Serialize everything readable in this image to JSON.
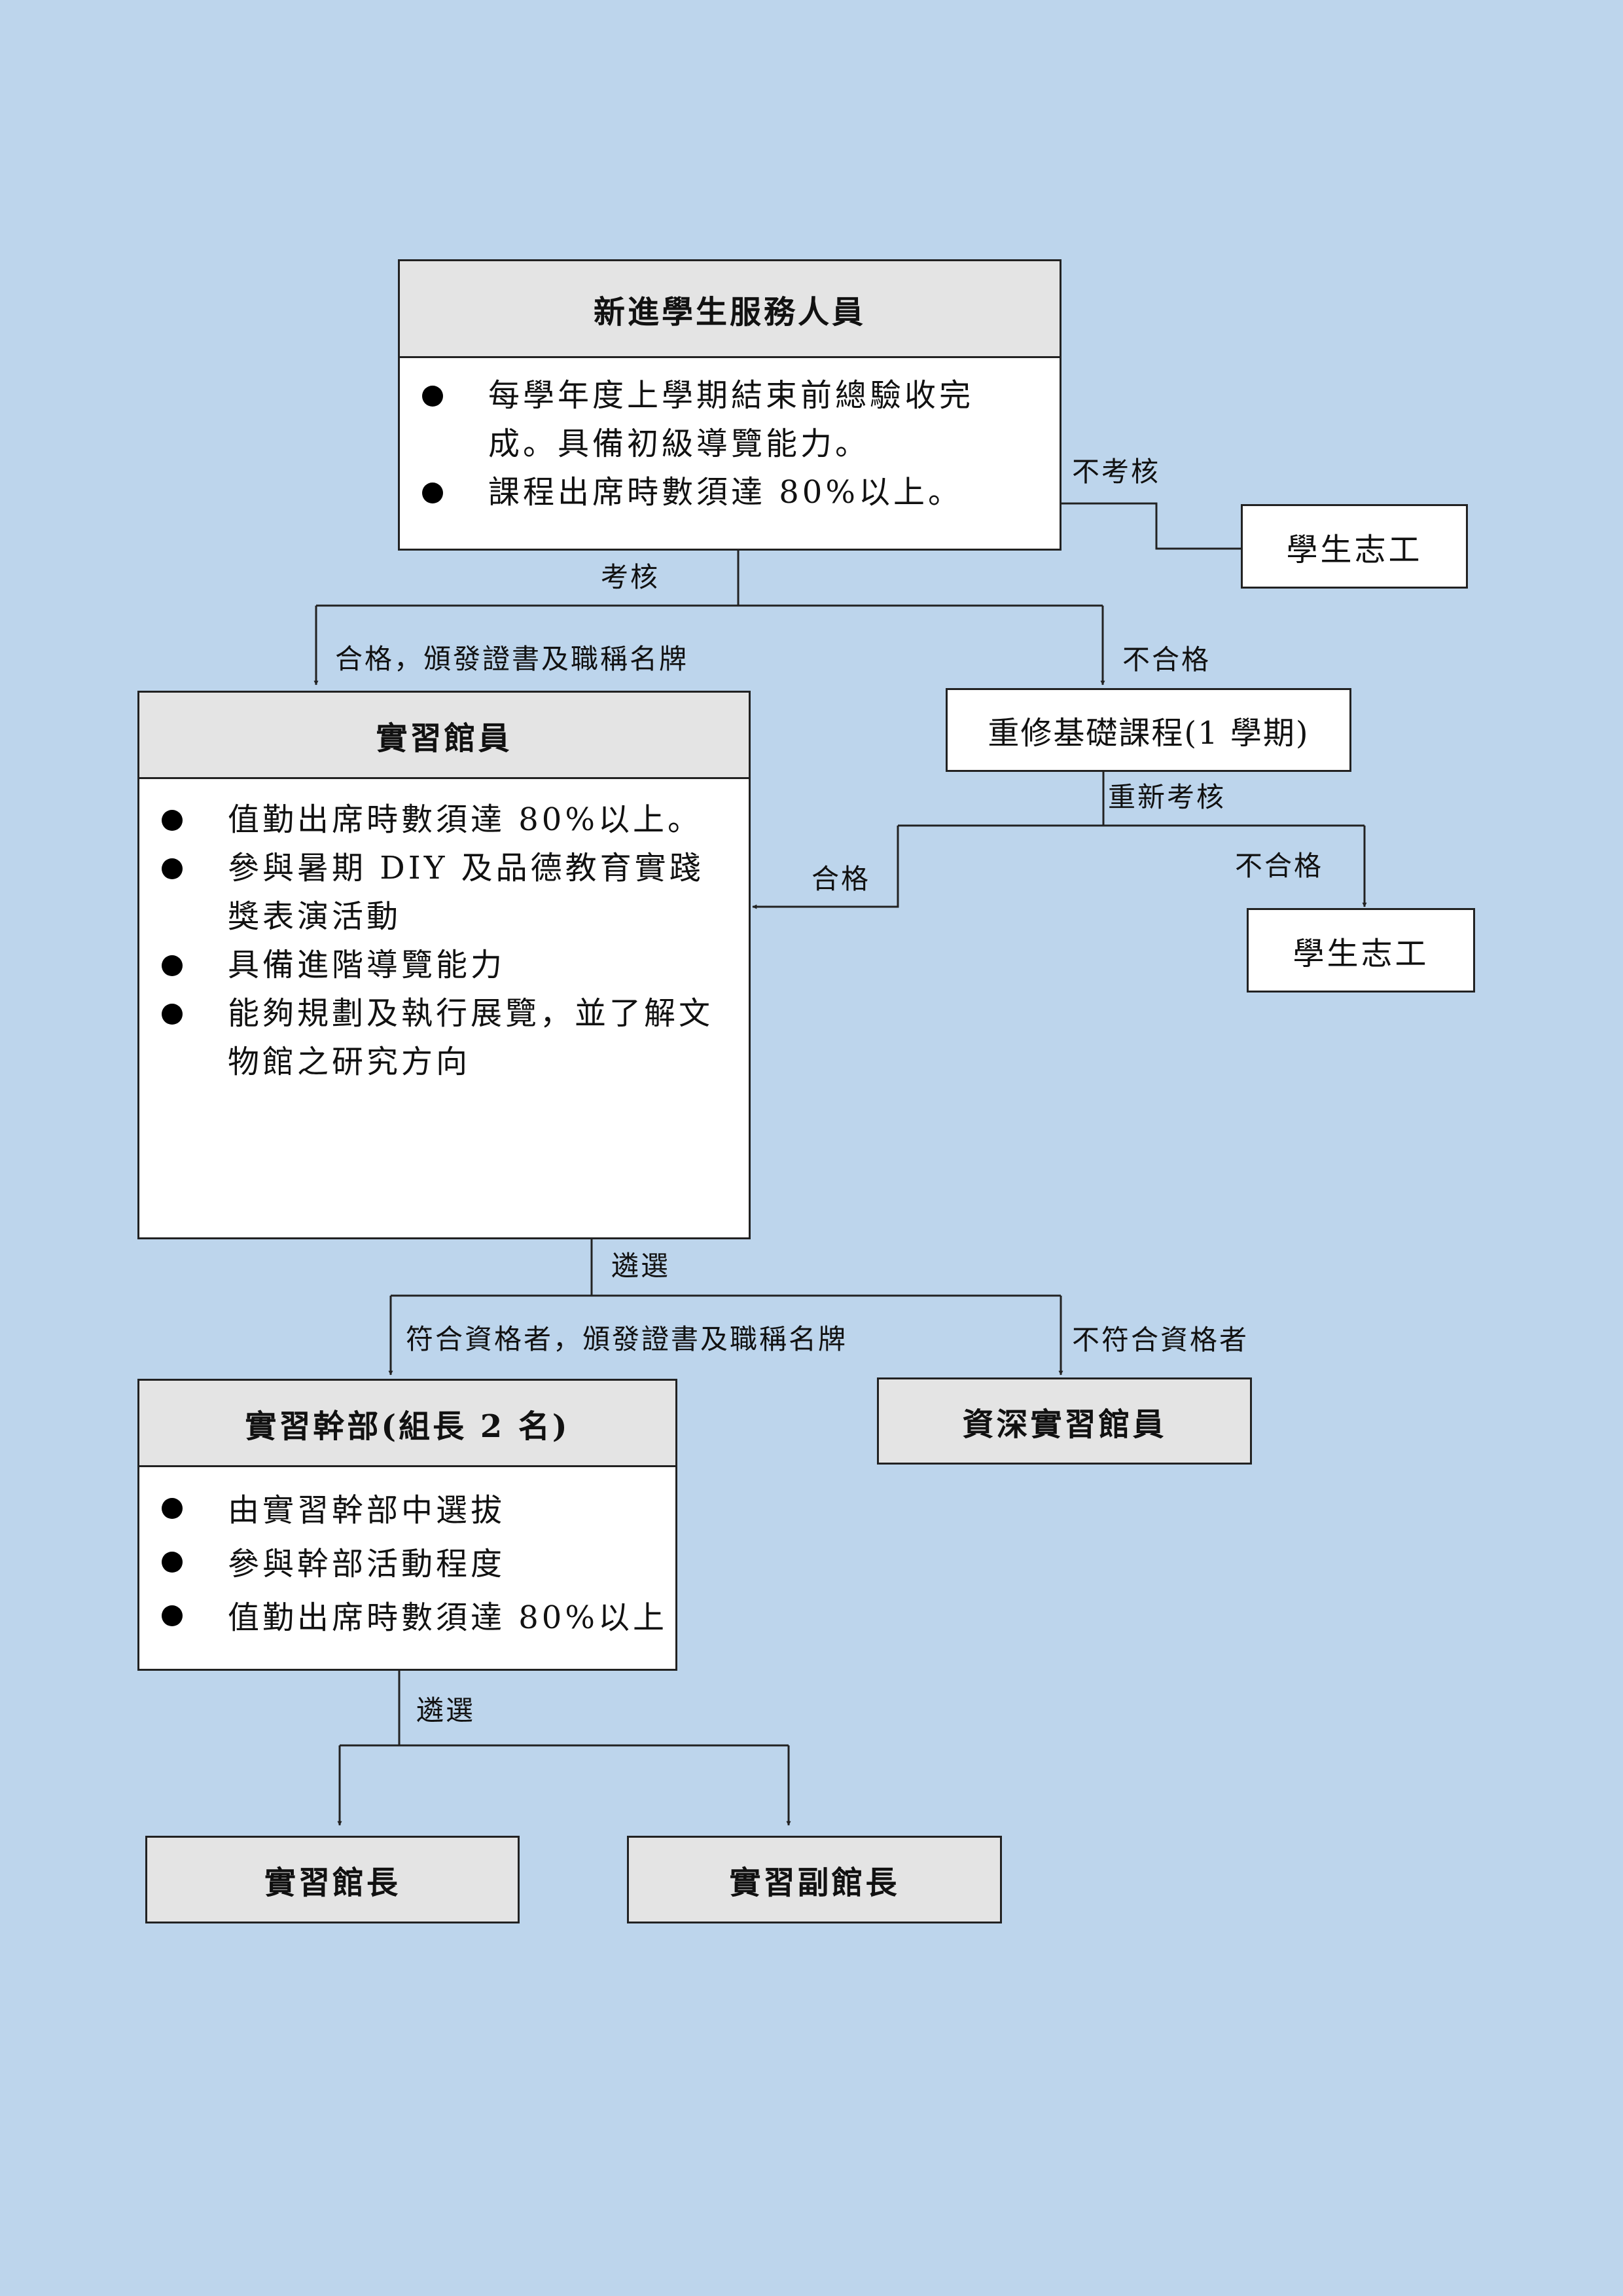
{
  "nodes": {
    "new_staff": {
      "title": "新進學生服務人員",
      "items": [
        "每學年度上學期結束前總驗收完成。具備初級導覽能力。",
        "課程出席時數須達 80%以上。"
      ]
    },
    "volunteer_1": {
      "title": "學生志工"
    },
    "retake": {
      "title": "重修基礎課程(1 學期)"
    },
    "volunteer_2": {
      "title": "學生志工"
    },
    "intern": {
      "title": "實習館員",
      "items": [
        "值勤出席時數須達 80%以上。",
        "參與暑期 DIY 及品德教育實踐獎表演活動",
        "具備進階導覽能力",
        "能夠規劃及執行展覽，並了解文物館之研究方向"
      ]
    },
    "cadre": {
      "title": "實習幹部(組長 2 名)",
      "items": [
        "由實習幹部中選拔",
        "參與幹部活動程度",
        "值勤出席時數須達 80%以上"
      ]
    },
    "senior_intern": {
      "title": "資深實習館員"
    },
    "director": {
      "title": "實習館長"
    },
    "deputy": {
      "title": "實習副館長"
    }
  },
  "edges": {
    "assess": "考核",
    "no_assess": "不考核",
    "pass_cert": "合格，頒發證書及職稱名牌",
    "fail_1": "不合格",
    "reassess": "重新考核",
    "pass_2": "合格",
    "fail_2": "不合格",
    "select_1": "遴選",
    "qualified": "符合資格者，頒發證書及職稱名牌",
    "unqualified": "不符合資格者",
    "select_2": "遴選"
  }
}
